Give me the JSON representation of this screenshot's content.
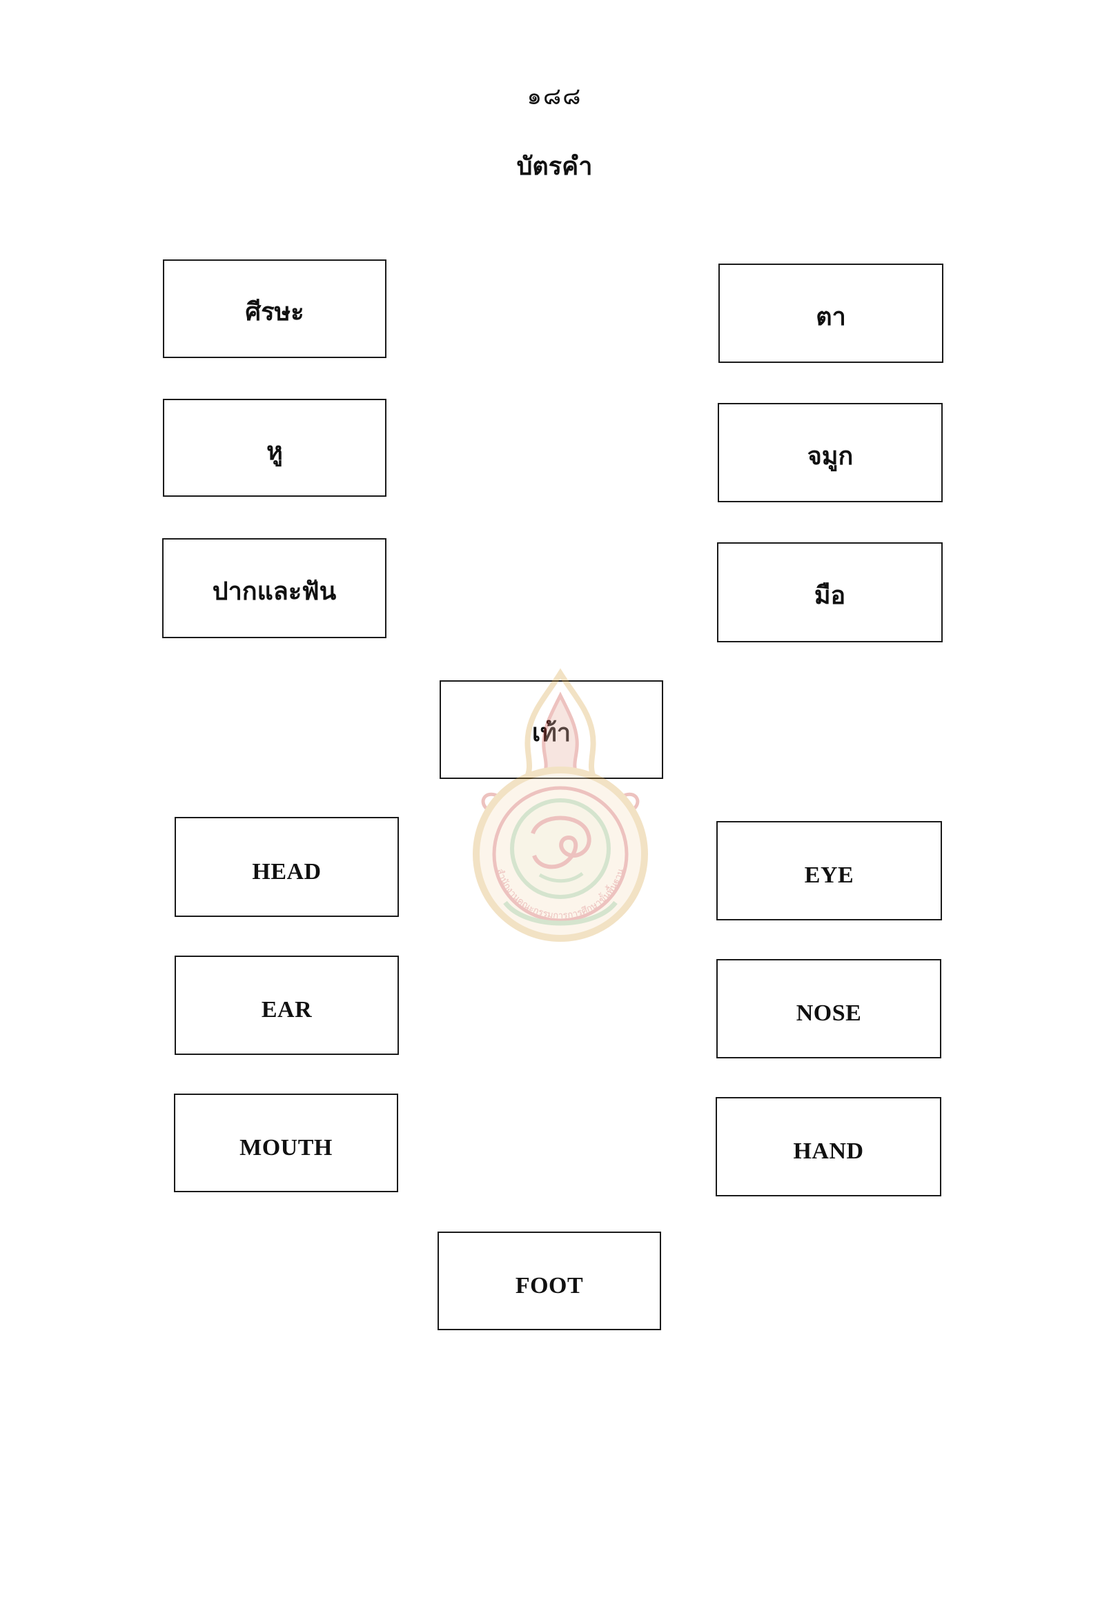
{
  "page": {
    "number": "๑๘๘",
    "title": "บัตรคำ"
  },
  "thai_cards": {
    "head": "ศีรษะ",
    "eye": "ตา",
    "ear": "หู",
    "nose": "จมูก",
    "mouth": "ปากและฟัน",
    "hand": "มือ",
    "foot": "เท้า"
  },
  "english_cards": {
    "head": "HEAD",
    "eye": "EYE",
    "ear": "EAR",
    "nose": "NOSE",
    "mouth": "MOUTH",
    "hand": "HAND",
    "foot": "FOOT"
  },
  "watermark": {
    "seal_text": "สำนักงานคณะกรรมการการศึกษาขั้นพื้นฐาน",
    "colors": {
      "gold": "#d9a64a",
      "red": "#c9453a",
      "green": "#7fae6a"
    }
  }
}
